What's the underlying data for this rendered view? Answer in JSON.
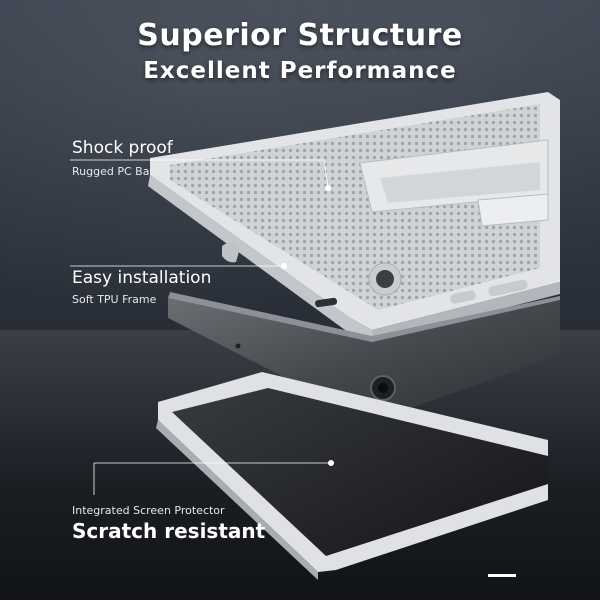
{
  "headline": {
    "line1": "Superior Structure",
    "line2": "Excellent Performance"
  },
  "features": [
    {
      "title": "Shock proof",
      "subtitle": "Rugged PC Back"
    },
    {
      "title": "Easy installation",
      "subtitle": "Soft TPU Frame"
    },
    {
      "subtitle": "Integrated Screen Protector",
      "title": "Scratch resistant"
    }
  ],
  "colors": {
    "case_gray": "#d9dcdf",
    "tablet_dark": "#3a3d42",
    "accent_white": "#ffffff"
  }
}
